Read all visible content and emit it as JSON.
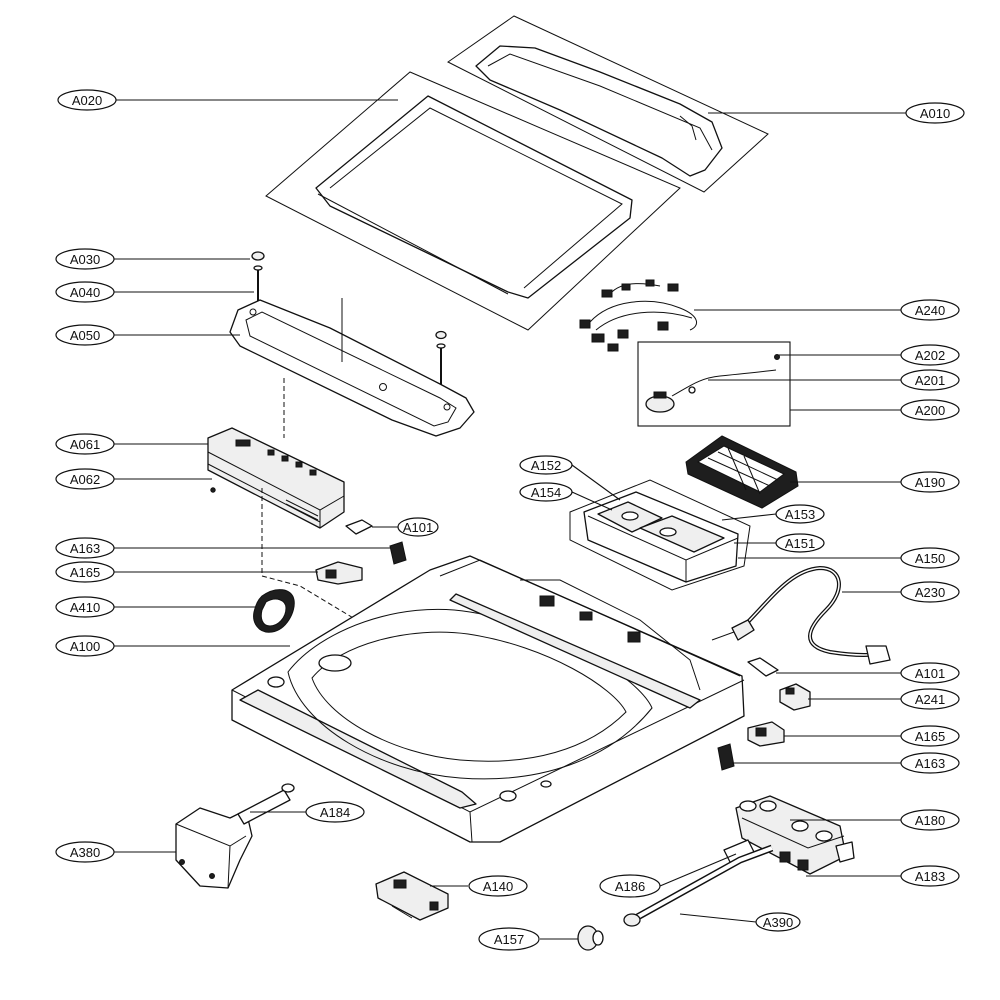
{
  "labels": {
    "A010": "A010",
    "A020": "A020",
    "A030": "A030",
    "A040": "A040",
    "A050": "A050",
    "A061": "A061",
    "A062": "A062",
    "A101_top": "A101",
    "A101_right": "A101",
    "A163_left": "A163",
    "A163_right": "A163",
    "A165_left": "A165",
    "A165_right": "A165",
    "A410": "A410",
    "A100": "A100",
    "A380": "A380",
    "A184": "A184",
    "A140": "A140",
    "A157": "A157",
    "A186": "A186",
    "A390": "A390",
    "A183": "A183",
    "A180": "A180",
    "A240": "A240",
    "A202": "A202",
    "A201": "A201",
    "A200": "A200",
    "A190": "A190",
    "A152": "A152",
    "A154": "A154",
    "A153": "A153",
    "A151": "A151",
    "A150": "A150",
    "A230": "A230",
    "A241": "A241"
  }
}
